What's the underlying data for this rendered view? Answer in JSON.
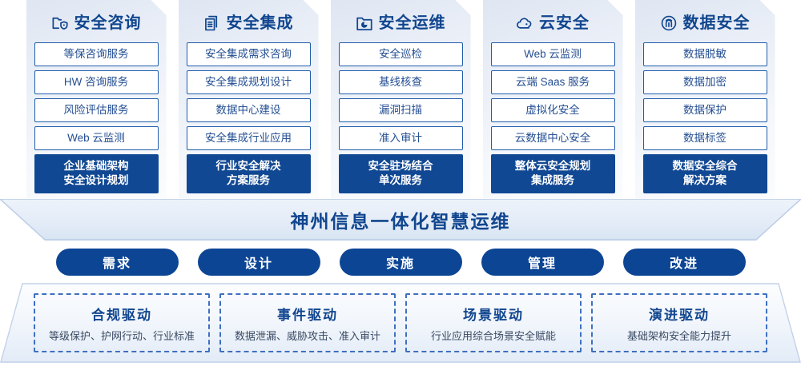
{
  "columns": [
    {
      "icon": "folder-shield-icon",
      "title": "安全咨询",
      "items": [
        "等保咨询服务",
        "HW 咨询服务",
        "风险评估服务",
        "Web 云监测"
      ],
      "highlight": "企业基础架构\n安全设计规划"
    },
    {
      "icon": "stacked-documents-icon",
      "title": "安全集成",
      "items": [
        "安全集成需求咨询",
        "安全集成规划设计",
        "数据中心建设",
        "安全集成行业应用"
      ],
      "highlight": "行业安全解决\n方案服务"
    },
    {
      "icon": "folder-chart-icon",
      "title": "安全运维",
      "items": [
        "安全巡检",
        "基线核查",
        "漏洞扫描",
        "准入审计"
      ],
      "highlight": "安全驻场结合\n单次服务"
    },
    {
      "icon": "cloud-icon",
      "title": "云安全",
      "items": [
        "Web 云监测",
        "云端 Saas 服务",
        "虚拟化安全",
        "云数据中心安全"
      ],
      "highlight": "整体云安全规划\n集成服务"
    },
    {
      "icon": "fingerprint-icon",
      "title": "数据安全",
      "items": [
        "数据脱敏",
        "数据加密",
        "数据保护",
        "数据标签"
      ],
      "highlight": "数据安全综合\n解决方案"
    }
  ],
  "banner": {
    "text": "神州信息一体化智慧运维"
  },
  "pills": [
    {
      "label": "需求"
    },
    {
      "label": "设计"
    },
    {
      "label": "实施"
    },
    {
      "label": "管理"
    },
    {
      "label": "改进"
    }
  ],
  "drivers": [
    {
      "title": "合规驱动",
      "desc": "等级保护、护网行动、行业标准"
    },
    {
      "title": "事件驱动",
      "desc": "数据泄漏、威胁攻击、准入审计"
    },
    {
      "title": "场景驱动",
      "desc": "行业应用综合场景安全赋能"
    },
    {
      "title": "演进驱动",
      "desc": "基础架构安全能力提升"
    }
  ],
  "colors": {
    "brand_blue": "#11468f",
    "pill_blue": "#0d4595",
    "card_border": "#1f5cab",
    "dashed_border": "#3f6fc0"
  }
}
